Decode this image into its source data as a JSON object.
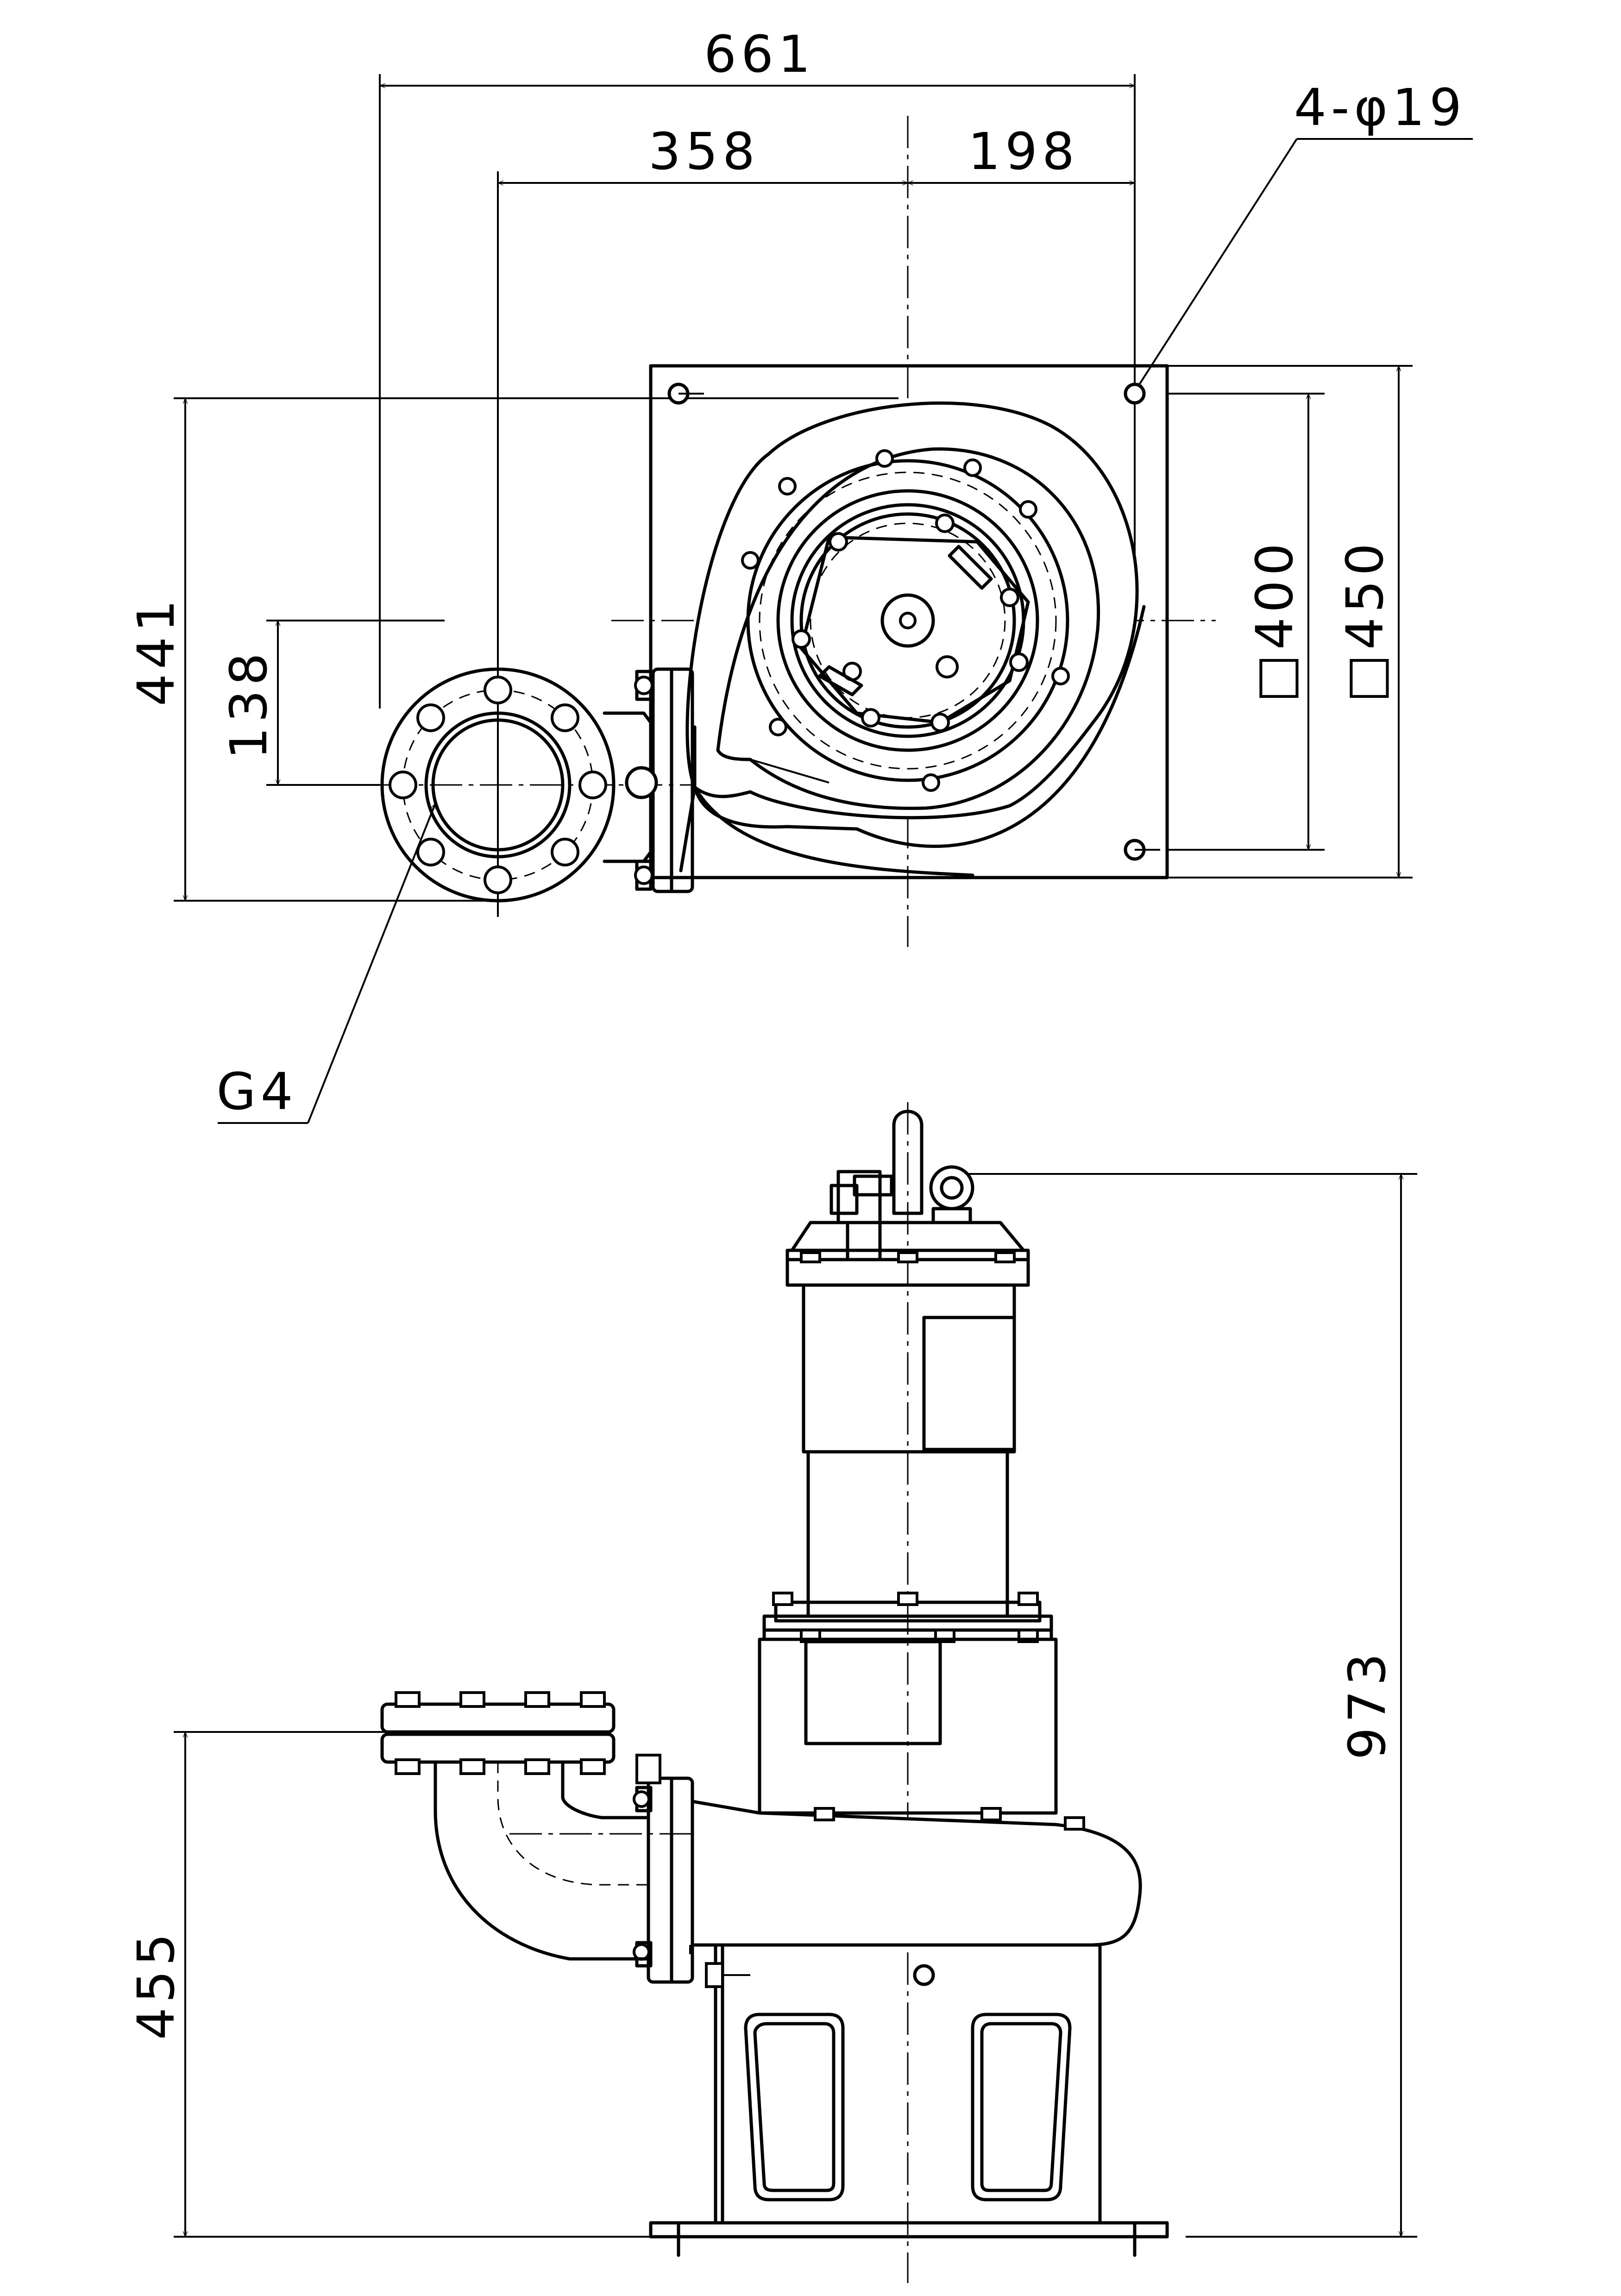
{
  "dimensions": {
    "overall_width": "661",
    "discharge_offset": "358",
    "right_offset": "198",
    "hole_spec": "4-φ19",
    "plan_depth": "441",
    "discharge_center_offset": "138",
    "inner_square": "□400",
    "outer_square": "□450",
    "discharge_label": "G4",
    "discharge_height": "455",
    "overall_height": "973"
  }
}
